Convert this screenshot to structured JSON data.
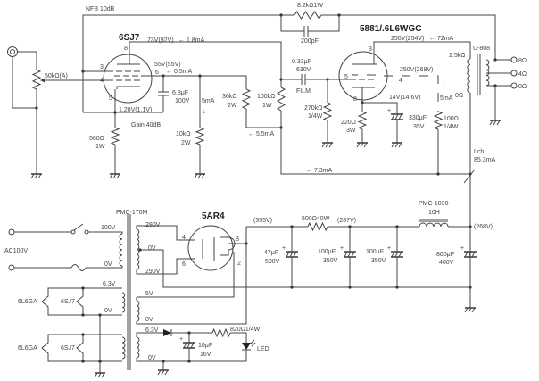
{
  "labels": {
    "nfb": "NFB 10dB",
    "v1_name": "6SJ7",
    "v1_plate_v": "73V(92V)",
    "v1_plate_i": "← 1.8mA",
    "pot": "50kΩ(A)",
    "v1_pin3": "3",
    "v1_pin4": "4",
    "v1_pin5": "5",
    "v1_pin8": "8",
    "v1_pin6": "6",
    "v1_screen_v": "55V(55V)",
    "v1_screen_i": "← 0.5mA",
    "c68_val": "6.8μF",
    "c68_v": "100V",
    "v1_cath_v": "1.28V(1.1V)",
    "gain": "Gain 40dB",
    "r560_val": "560Ω",
    "r560_w": "1W",
    "i_5ma_a": "5mA",
    "arrow_down": "↓",
    "r10k_val": "10kΩ",
    "r10k_w": "2W",
    "r36k_val": "36kΩ",
    "r36k_w": "2W",
    "r100k_val": "100kΩ",
    "r100k_w": "1W",
    "i_55": "← 5.5mA",
    "r82k": "8.2kΩ1W",
    "c200": "200pF",
    "v2_name": "5881/.6L6WGC",
    "v2_plate_v": "250V(254V)",
    "v2_plate_i": "← 72mA",
    "c033_val": "0.33μF",
    "c033_v": "630V",
    "c033_type": "FILM",
    "v2_pin3": "3",
    "v2_pin5": "5",
    "v2_pin4": "4",
    "v2_pin8": "8",
    "v2_screen_v": "250V(268V)",
    "r270_val": "270kΩ",
    "r270_w": "1/4W",
    "r220_val": "220Ω",
    "r220_w": "3W",
    "v2_cath_v": "14V(14.6V)",
    "c330_val": "330μF",
    "c330_v": "35V",
    "arrow_up": "↑",
    "i_5ma_b": "5mA",
    "r100_val": "100Ω",
    "r100_w": "1/4W",
    "ot_name": "U-808",
    "ot_pri": "2.5kΩ",
    "ot_pri0": "0Ω",
    "tap8": "8Ω",
    "tap4": "4Ω",
    "tap0": "0Ω",
    "lch": "Lch",
    "lch_i": "85.3mA",
    "i_73": "← 7.3mA",
    "pt_name": "PMC-170M",
    "rect_name": "5AR4",
    "v355": "(355V)",
    "ac": "AC100V",
    "pri_100": "100V",
    "pri_0": "0V",
    "hv_290a": "290V",
    "hv_0": "0V",
    "hv_290b": "290V",
    "r_pin4": "4",
    "r_pin6": "6",
    "r_pin8": "8",
    "r_pin2": "2",
    "c47_val": "47μF",
    "c47_v": "500V",
    "r500": "500Ω40W",
    "v287": "(287V)",
    "c100a_val": "100μF",
    "c100a_v": "350V",
    "c100b_val": "100μF",
    "c100b_v": "350V",
    "choke_name": "PMC-1030",
    "choke_val": "10H",
    "v268": "(268V)",
    "c800_val": "800μF",
    "c800_v": "400V",
    "h1_63": "6.3V",
    "h1_0": "0V",
    "f_5v": "5V",
    "f_0": "0V",
    "h1_6l6": "6L6GA",
    "h1_6sj7": "6SJ7",
    "h2_6l6": "6L6GA",
    "h2_6sj7": "6SJ7",
    "led_63": "6.3V",
    "led_0": "0V",
    "c10_val": "10μF",
    "c10_v": "16V",
    "r820": "820Ω1/4W",
    "led": "LED"
  }
}
